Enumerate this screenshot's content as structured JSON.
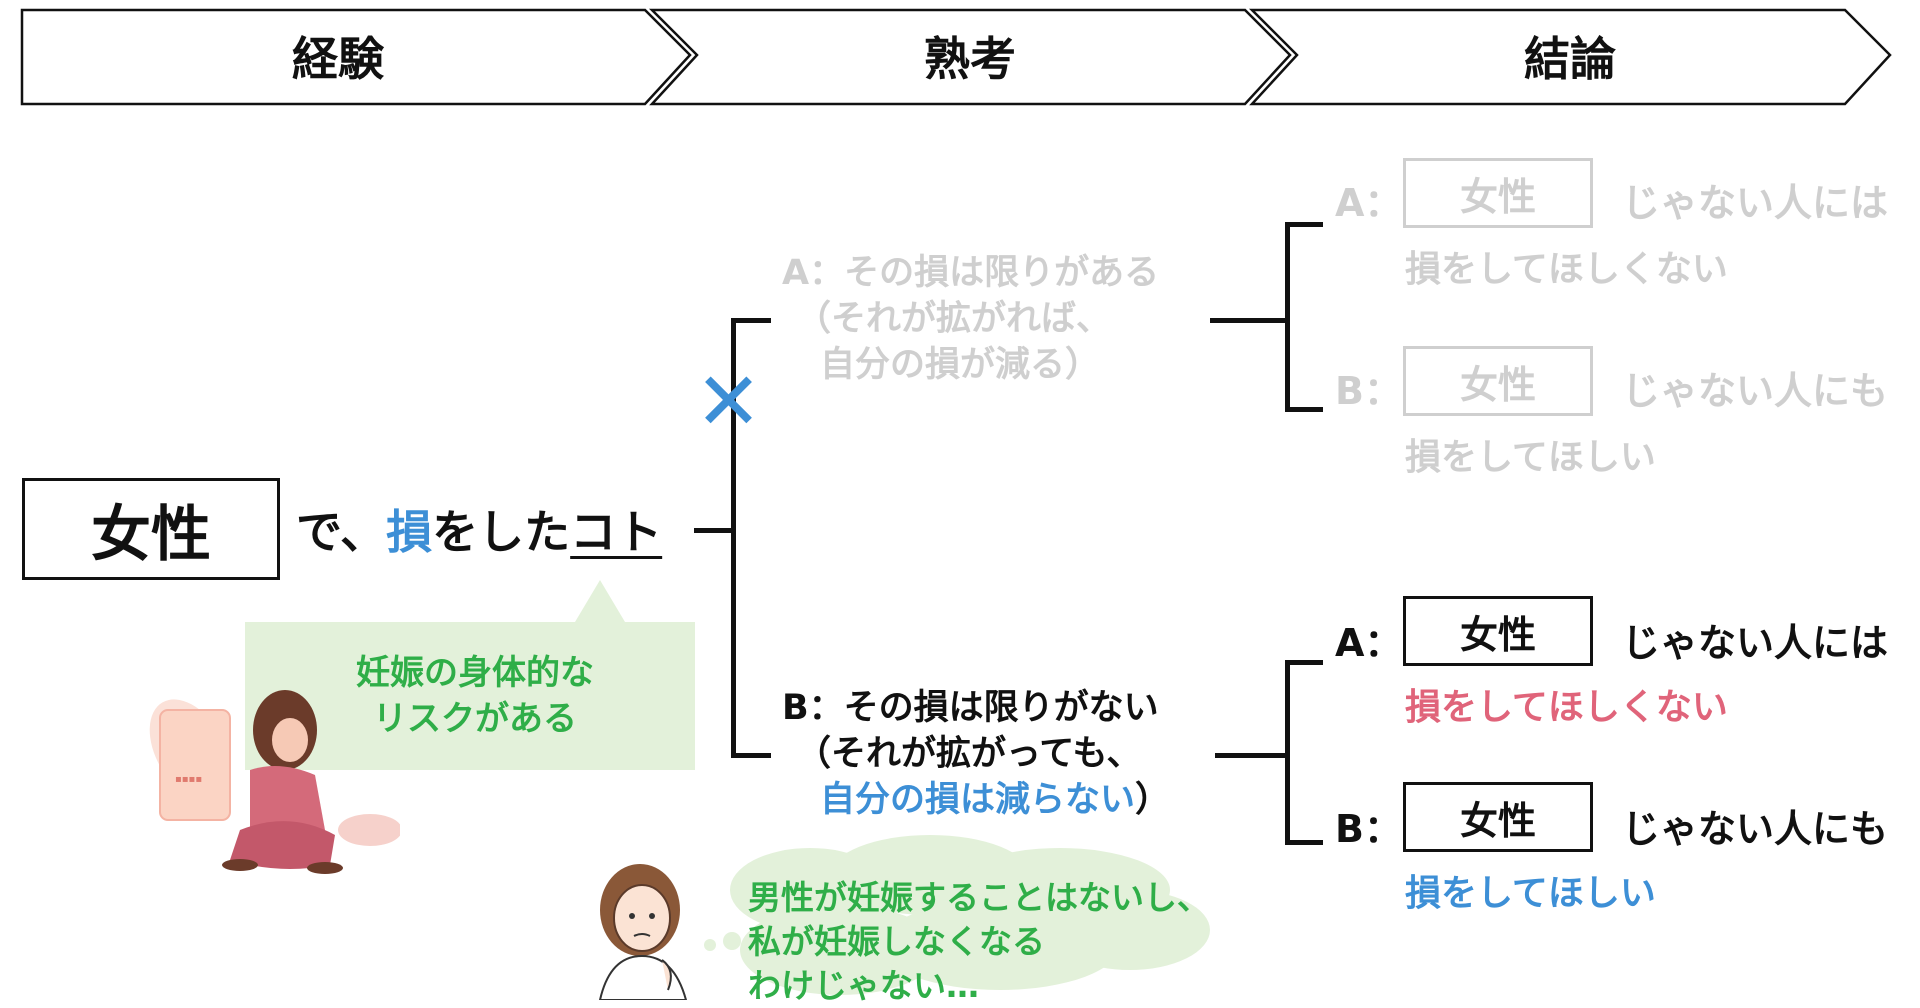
{
  "header": {
    "stages": [
      {
        "label": "経験"
      },
      {
        "label": "熟考"
      },
      {
        "label": "結論"
      }
    ]
  },
  "main": {
    "term": "女性",
    "sentence": {
      "prefix": "で、",
      "highlight": "損",
      "mid": "をした",
      "underlined": "コト"
    },
    "bubble_text": [
      "妊娠の身体的な",
      "リスクがある"
    ],
    "thought_text": [
      "男性が妊娠することはないし、",
      "私が妊娠しなくなる",
      "わけじゃない…"
    ]
  },
  "branches": {
    "a": {
      "lines": [
        "A：その損は限りがある",
        "（それが拡がれば、",
        "自分の損が減る）"
      ],
      "rejected_mark": "✕"
    },
    "b": {
      "line1": "B：その損は限りがない",
      "line2": "（それが拡がっても、",
      "line3": "自分の損は減らない",
      "line3_close": "）"
    }
  },
  "conclusions": {
    "upper": [
      {
        "prefix": "A：",
        "box": "女性",
        "suffix": "じゃない人には",
        "sub": "損をしてほしくない"
      },
      {
        "prefix": "B：",
        "box": "女性",
        "suffix": "じゃない人にも",
        "sub": "損をしてほしい"
      }
    ],
    "lower": [
      {
        "prefix": "A：",
        "box": "女性",
        "suffix": "じゃない人には",
        "sub": "損をしてほしくない"
      },
      {
        "prefix": "B：",
        "box": "女性",
        "suffix": "じゃない人にも",
        "sub": "損をしてほしい"
      }
    ]
  },
  "colors": {
    "blue": "#3d8fd6",
    "red": "#e0647a",
    "green": "#2fae48",
    "faded": "#cfcfcf",
    "bubble": "#e3f1da"
  }
}
